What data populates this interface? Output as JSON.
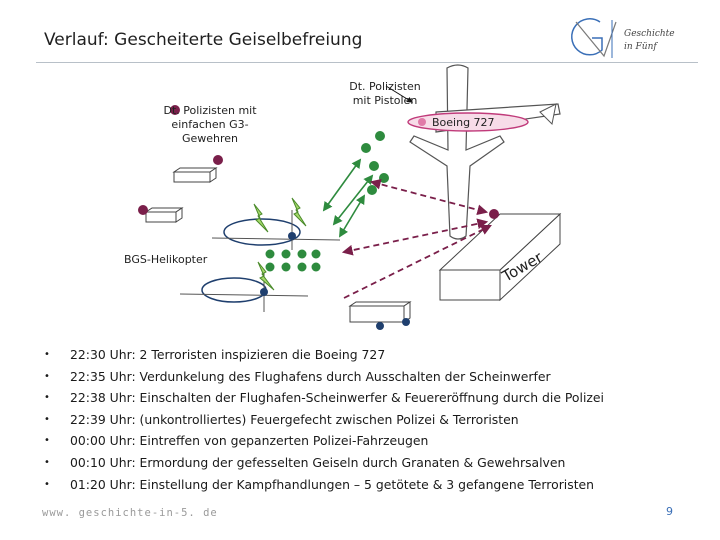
{
  "slide": {
    "title": "Verlauf: Gescheiterte Geiselbefreiung",
    "logo_lines": [
      "Geschichte",
      "in Fünf"
    ],
    "footer": "www. geschichte-in-5. de",
    "page_number": "9"
  },
  "diagram": {
    "label_police_g3": "Dt. Polizisten mit\neinfachen G3-Gewehren",
    "label_police_pistols": "Dt. Polizisten\nmit Pistolen",
    "label_boeing": "Boeing 727",
    "label_helicopter": "BGS-Helikopter",
    "label_tower": "Tower",
    "colors": {
      "police": "#2e8b3e",
      "terrorist": "#7a1f4a",
      "helicopter": "#1f3f6e",
      "plane_marker": "#e07aa8"
    }
  },
  "events": [
    "22:30 Uhr: 2 Terroristen inspizieren die Boeing 727",
    "22:35 Uhr: Verdunkelung des Flughafens durch Ausschalten der Scheinwerfer",
    "22:38 Uhr: Einschalten der Flughafen-Scheinwerfer & Feuereröffnung durch  die Polizei",
    "22:39 Uhr: (unkontrolliertes) Feuergefecht zwischen Polizei & Terroristen",
    "00:00 Uhr: Eintreffen von gepanzerten Polizei-Fahrzeugen",
    "00:10 Uhr: Ermordung der gefesselten Geiseln durch Granaten & Gewehrsalven",
    "01:20 Uhr: Einstellung der Kampfhandlungen – 5 getötete & 3 gefangene Terroristen"
  ],
  "bullet_char": "•"
}
